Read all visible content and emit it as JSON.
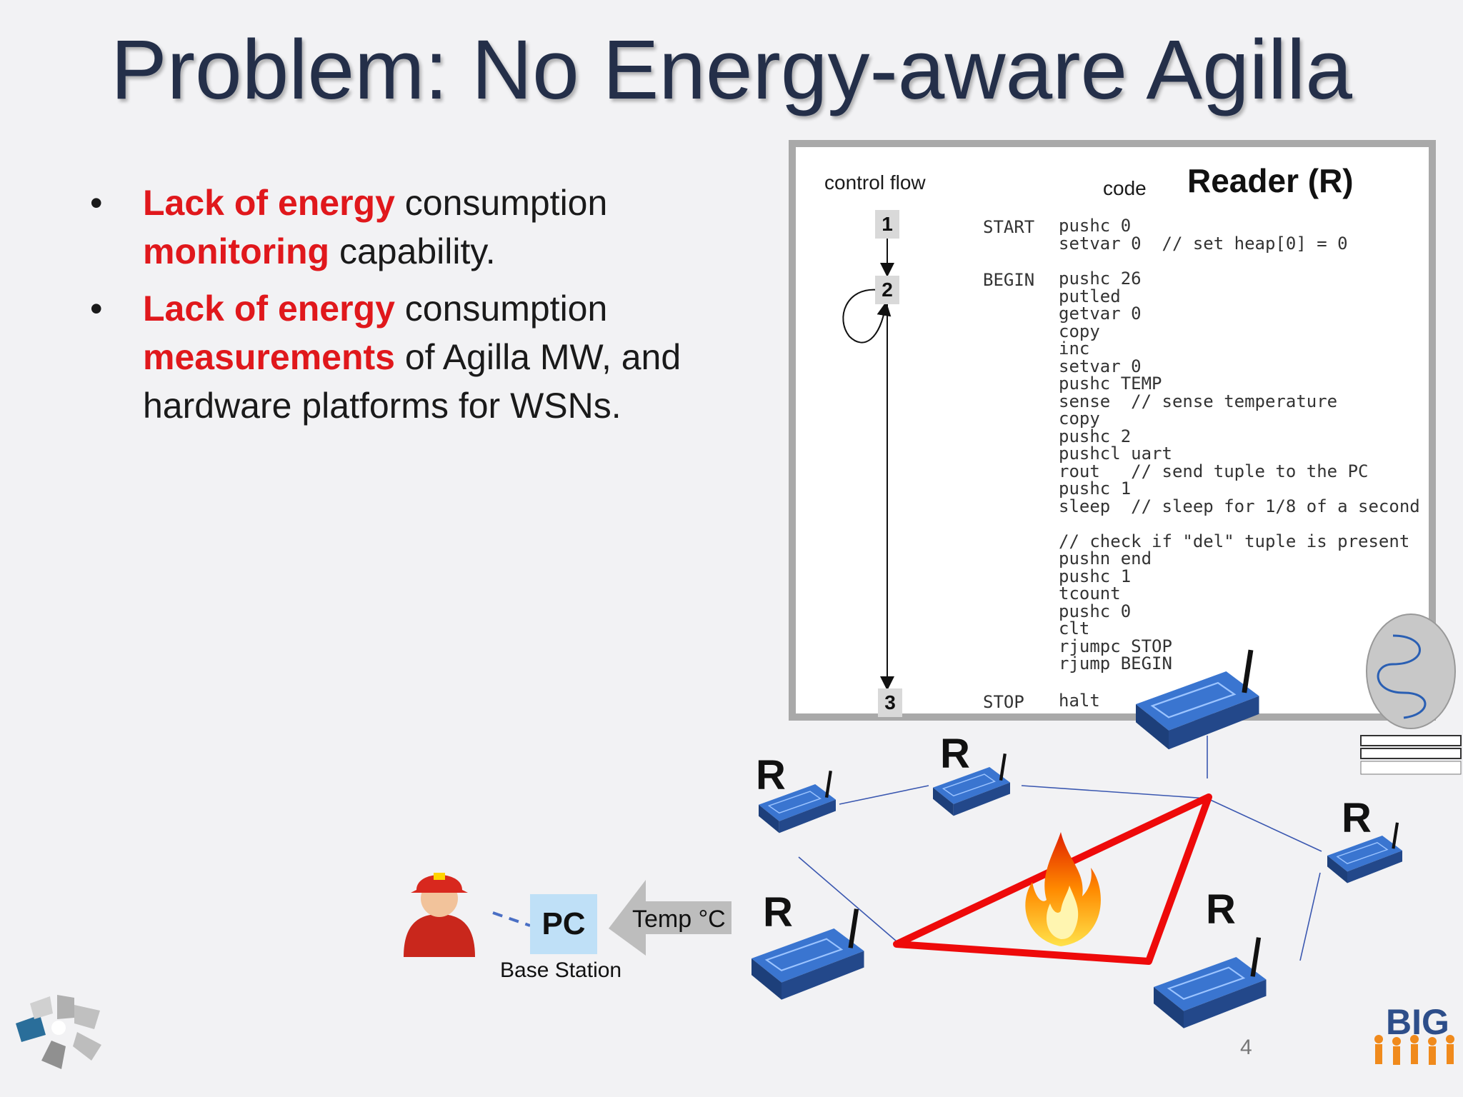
{
  "title": "Problem: No Energy-aware Agilla",
  "bullets": [
    {
      "red1": "Lack of energy",
      "t1": " consumption",
      "red2": "monitoring",
      "t2": " capability."
    },
    {
      "red1": "Lack of energy",
      "t1": " consumption",
      "red2": "measurements",
      "t2": " of Agilla MW, and hardware platforms for WSNs."
    }
  ],
  "code_panel": {
    "control_flow_label": "control flow",
    "code_label": "code",
    "reader_title": "Reader (R)",
    "steps": [
      "1",
      "2",
      "3"
    ],
    "labels": {
      "start": "START",
      "begin": "BEGIN",
      "stop": "STOP"
    },
    "code_start": "pushc 0\nsetvar 0  // set heap[0] = 0",
    "code_begin": "pushc 26\nputled\ngetvar 0\ncopy\ninc\nsetvar 0\npushc TEMP\nsense  // sense temperature\ncopy\npushc 2\npushcl uart\nrout   // send tuple to the PC\npushc 1\nsleep  // sleep for 1/8 of a second\n\n// check if \"del\" tuple is present\npushn end\npushc 1\ntcount\npushc 0\nclt\nrjumpc STOP\nrjump BEGIN",
    "code_stop": "halt"
  },
  "network": {
    "node_label": "R",
    "pc_label": "PC",
    "base_station_label": "Base Station",
    "temp_label": "Temp °C"
  },
  "page_number": "4",
  "colors": {
    "title": "#242f49",
    "accent_red": "#e0181c",
    "pc_box": "#bfe0f7",
    "mote_blue": "#2a5fb3"
  }
}
